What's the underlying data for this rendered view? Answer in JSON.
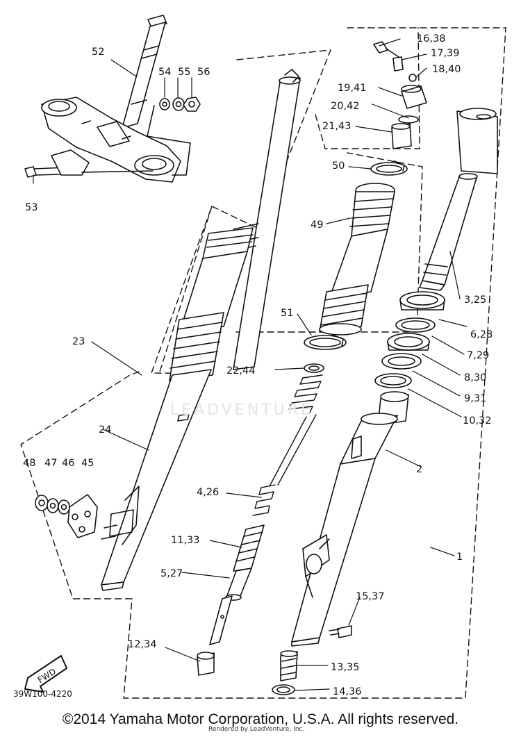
{
  "callouts": {
    "c52": "52",
    "c54": "54",
    "c55": "55",
    "c56": "56",
    "c53": "53",
    "c16": "16,38",
    "c17": "17,39",
    "c18": "18,40",
    "c19": "19,41",
    "c20": "20,42",
    "c21": "21,43",
    "c50": "50",
    "c49": "49",
    "c51": "51",
    "c3": "3,25",
    "c6": "6,28",
    "c7": "7,29",
    "c8": "8,30",
    "c9": "9,31",
    "c10": "10,32",
    "c23": "23",
    "c22": "22,44",
    "c24": "24",
    "c2": "2",
    "c48": "48",
    "c47": "47",
    "c46": "46",
    "c45": "45",
    "c4": "4,26",
    "c11": "11,33",
    "c5": "5,27",
    "c1": "1",
    "c15": "15,37",
    "c12": "12,34",
    "c13": "13,35",
    "c14": "14,36"
  },
  "fwd_label": "FWD",
  "diagram_code": "39W100-4220",
  "watermark": "LEADVENTURE",
  "copyright": "©2014 Yamaha Motor Corporation, U.S.A. All rights reserved.",
  "rendered_by": "Rendered by LeadVenture, Inc."
}
